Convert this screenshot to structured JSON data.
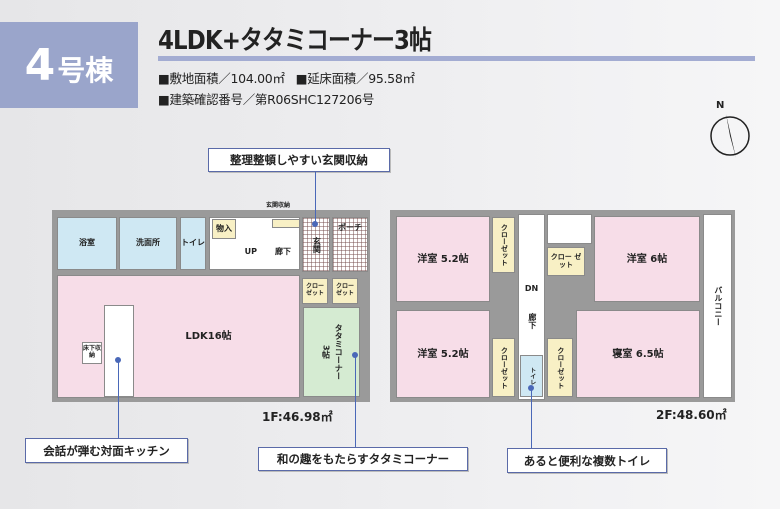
{
  "header": {
    "building_number": "4",
    "building_suffix": "号棟",
    "title": "4LDK+タタミコーナー3帖",
    "site_area": "■敷地面積／104.00㎡",
    "floor_area": "■延床面積／95.58㎡",
    "permit": "■建築確認番号／第R06SHC127206号"
  },
  "compass": {
    "label": "N"
  },
  "floor1": {
    "area": "1F:46.98㎡",
    "rooms": {
      "bath": "浴室",
      "washroom": "洗面所",
      "toilet": "トイレ",
      "storage": "物入",
      "up": "UP",
      "hall": "廊下",
      "entry_storage": "玄関収納",
      "entrance": "玄関",
      "porch": "ポーチ",
      "ldk": "LDK16帖",
      "closet1": "クロー ゼット",
      "closet2": "クロー ゼット",
      "underfloor": "床下収納",
      "tatami": "タタミコーナー",
      "tatami_size": "3帖"
    }
  },
  "floor2": {
    "area": "2F:48.60㎡",
    "rooms": {
      "western1": "洋室 5.2帖",
      "western2": "洋室 6帖",
      "western3": "洋室 5.2帖",
      "bedroom": "寝室 6.5帖",
      "closet_a": "クローゼット",
      "closet_b": "クロー ゼット",
      "closet_c": "クローゼット",
      "closet_d": "クローゼット",
      "dn": "DN",
      "hall": "廊下",
      "toilet": "トイレ",
      "balcony": "バルコニー"
    }
  },
  "callouts": {
    "entry_storage": "整理整頓しやすい玄関収納",
    "kitchen": "会話が弾む対面キッチン",
    "tatami": "和の趣をもたらすタタミコーナー",
    "toilets": "あると便利な複数トイレ"
  }
}
